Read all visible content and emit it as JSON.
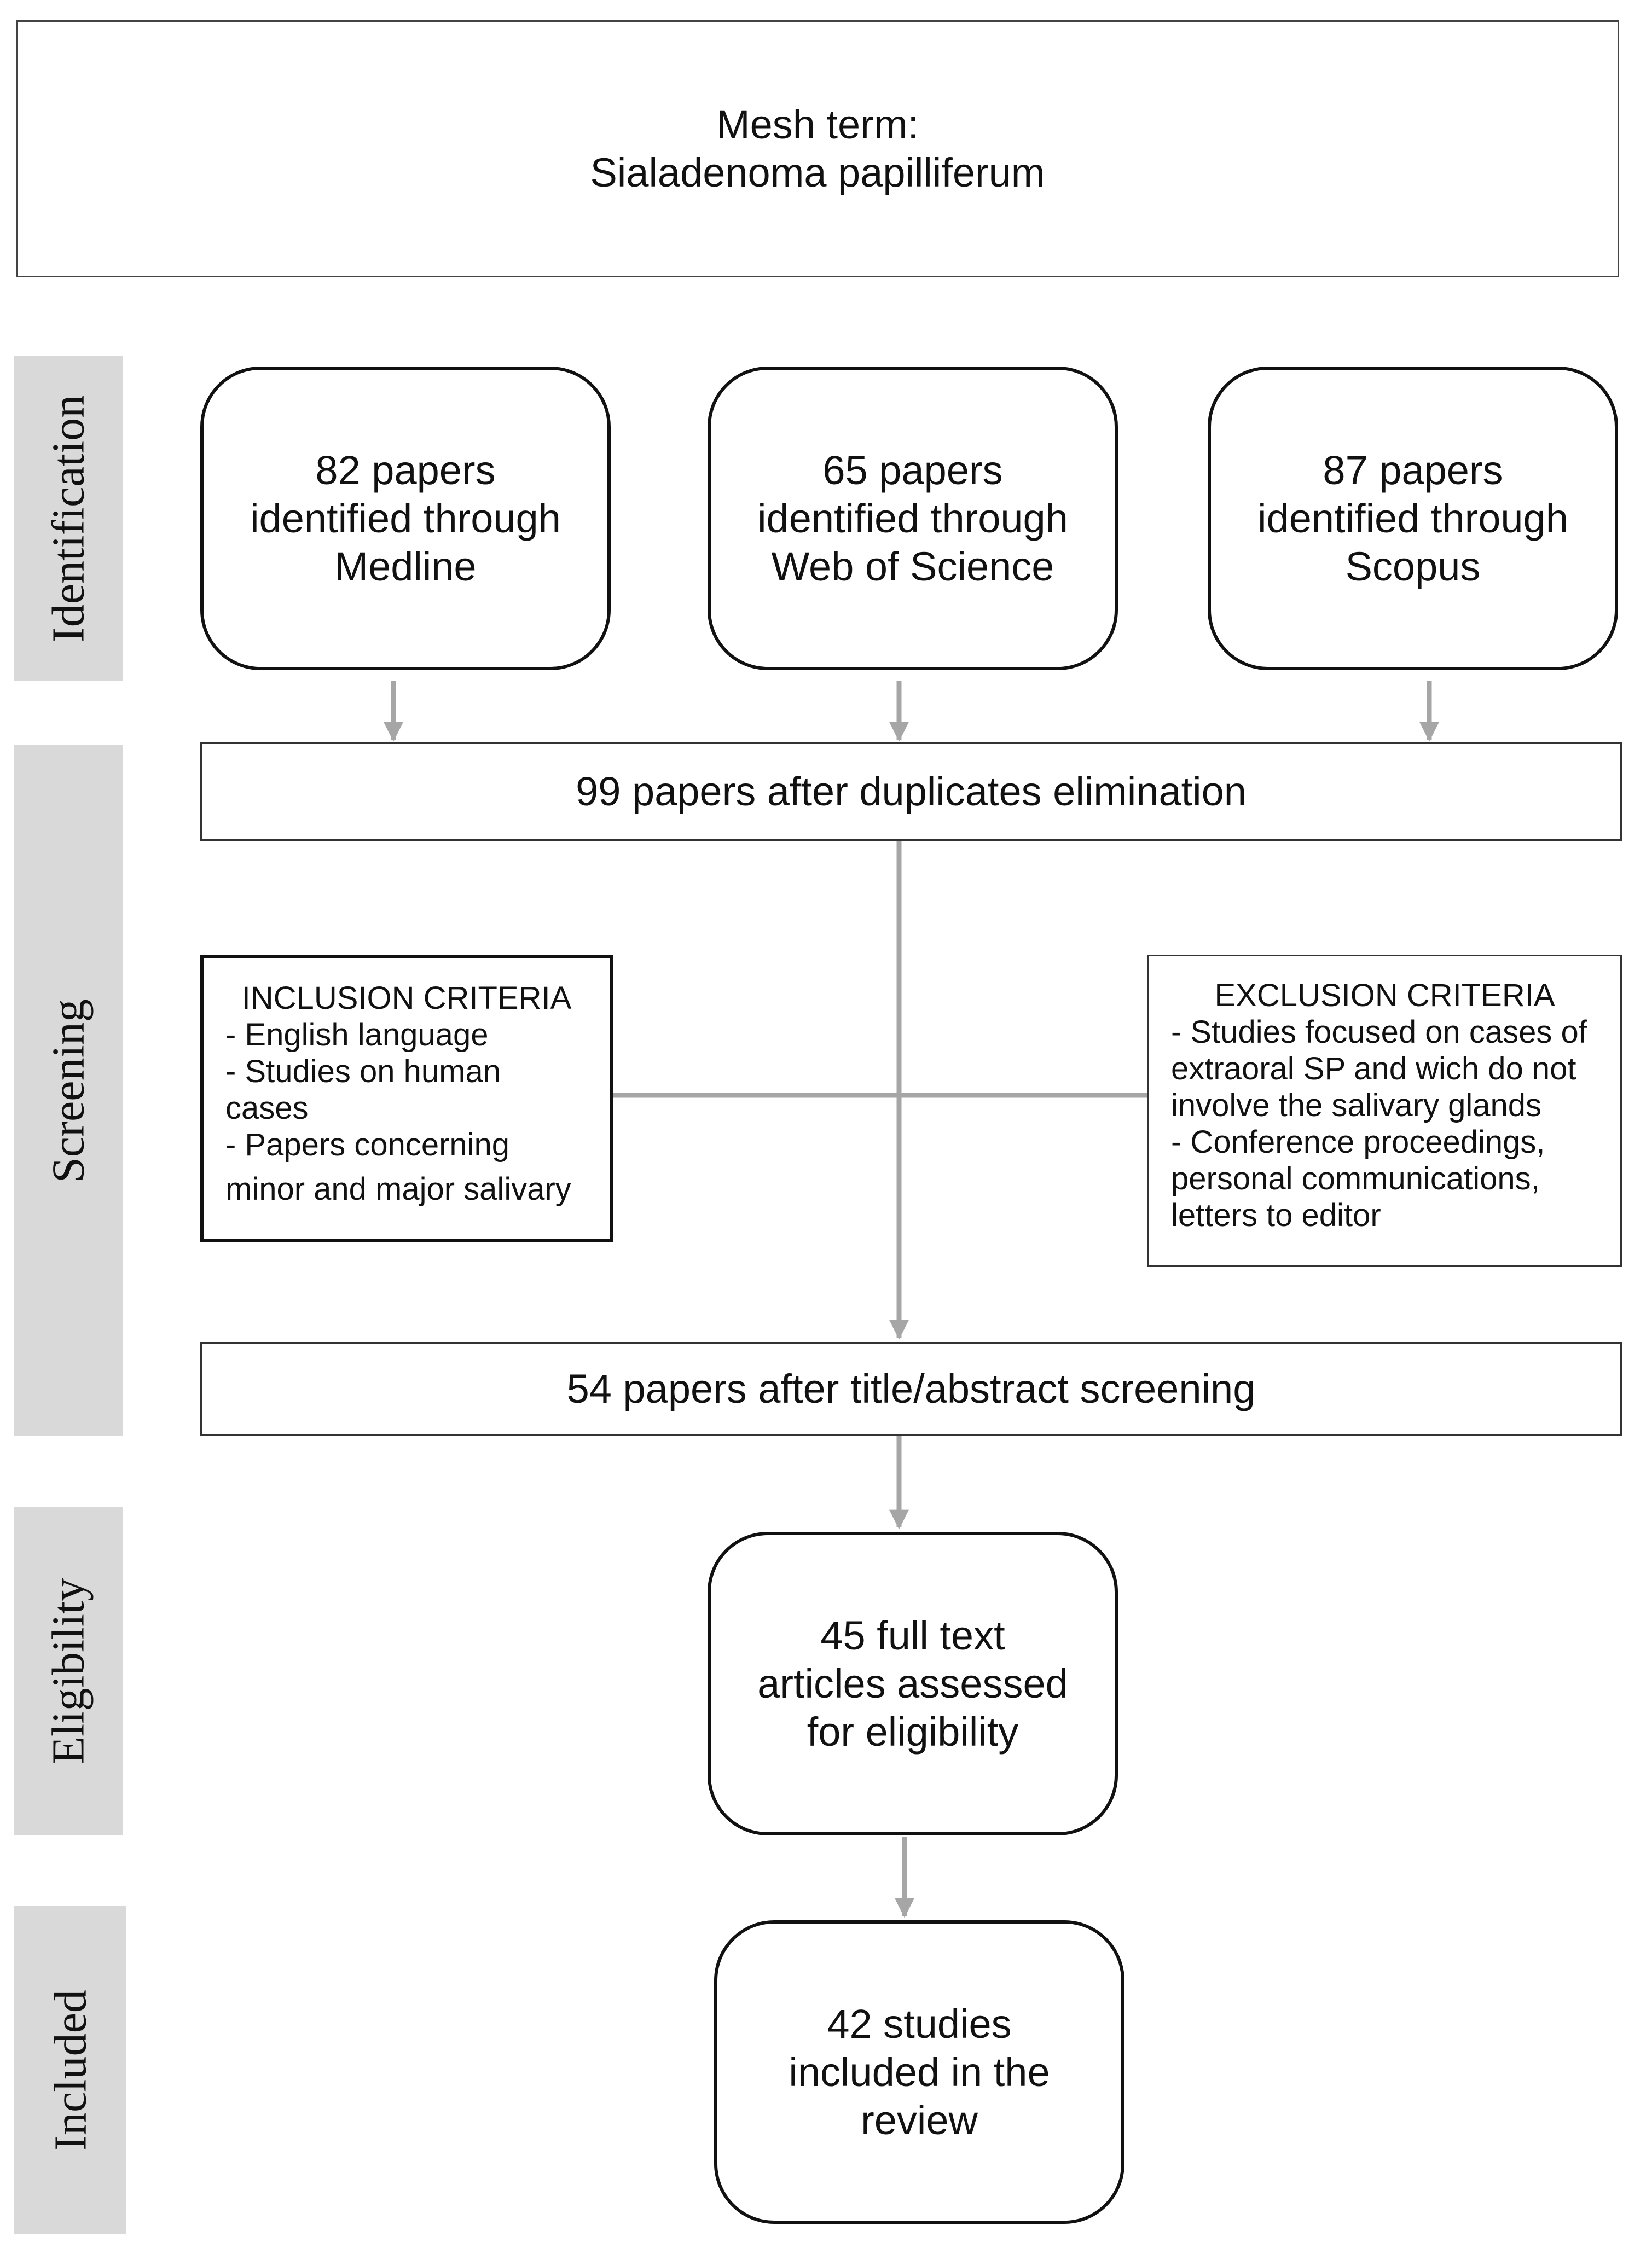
{
  "mesh": {
    "label": "Mesh term:",
    "term": "Sialadenoma papilliferum"
  },
  "phases": [
    "Identification",
    "Screening",
    "Eligibility",
    "Included"
  ],
  "identification": [
    {
      "lines": [
        "82 papers",
        "identified through",
        "Medline"
      ]
    },
    {
      "lines": [
        "65 papers",
        "identified through",
        "Web of Science"
      ]
    },
    {
      "lines": [
        "87 papers",
        "identified through",
        "Scopus"
      ]
    }
  ],
  "duplicates": "99 papers after duplicates elimination",
  "inclusion": {
    "title": "INCLUSION CRITERIA",
    "items": [
      "- English language",
      "- Studies on human",
      "cases",
      "- Papers concerning",
      "minor and major salivary"
    ]
  },
  "exclusion": {
    "title": "EXCLUSION CRITERIA",
    "items": [
      "- Studies focused on cases of",
      "extraoral SP and wich do not",
      "involve the salivary glands",
      "- Conference proceedings,",
      "personal communications,",
      "letters to editor"
    ]
  },
  "screened": "54 papers after title/abstract screening",
  "eligibility": {
    "lines": [
      "45 full text",
      "articles assessed",
      "for eligibility"
    ]
  },
  "included": {
    "lines": [
      "42 studies",
      "included in the",
      "review"
    ]
  },
  "colors": {
    "connector": "#a6a6a6",
    "phase_band": "#d9d9d9",
    "border": "#111111"
  }
}
